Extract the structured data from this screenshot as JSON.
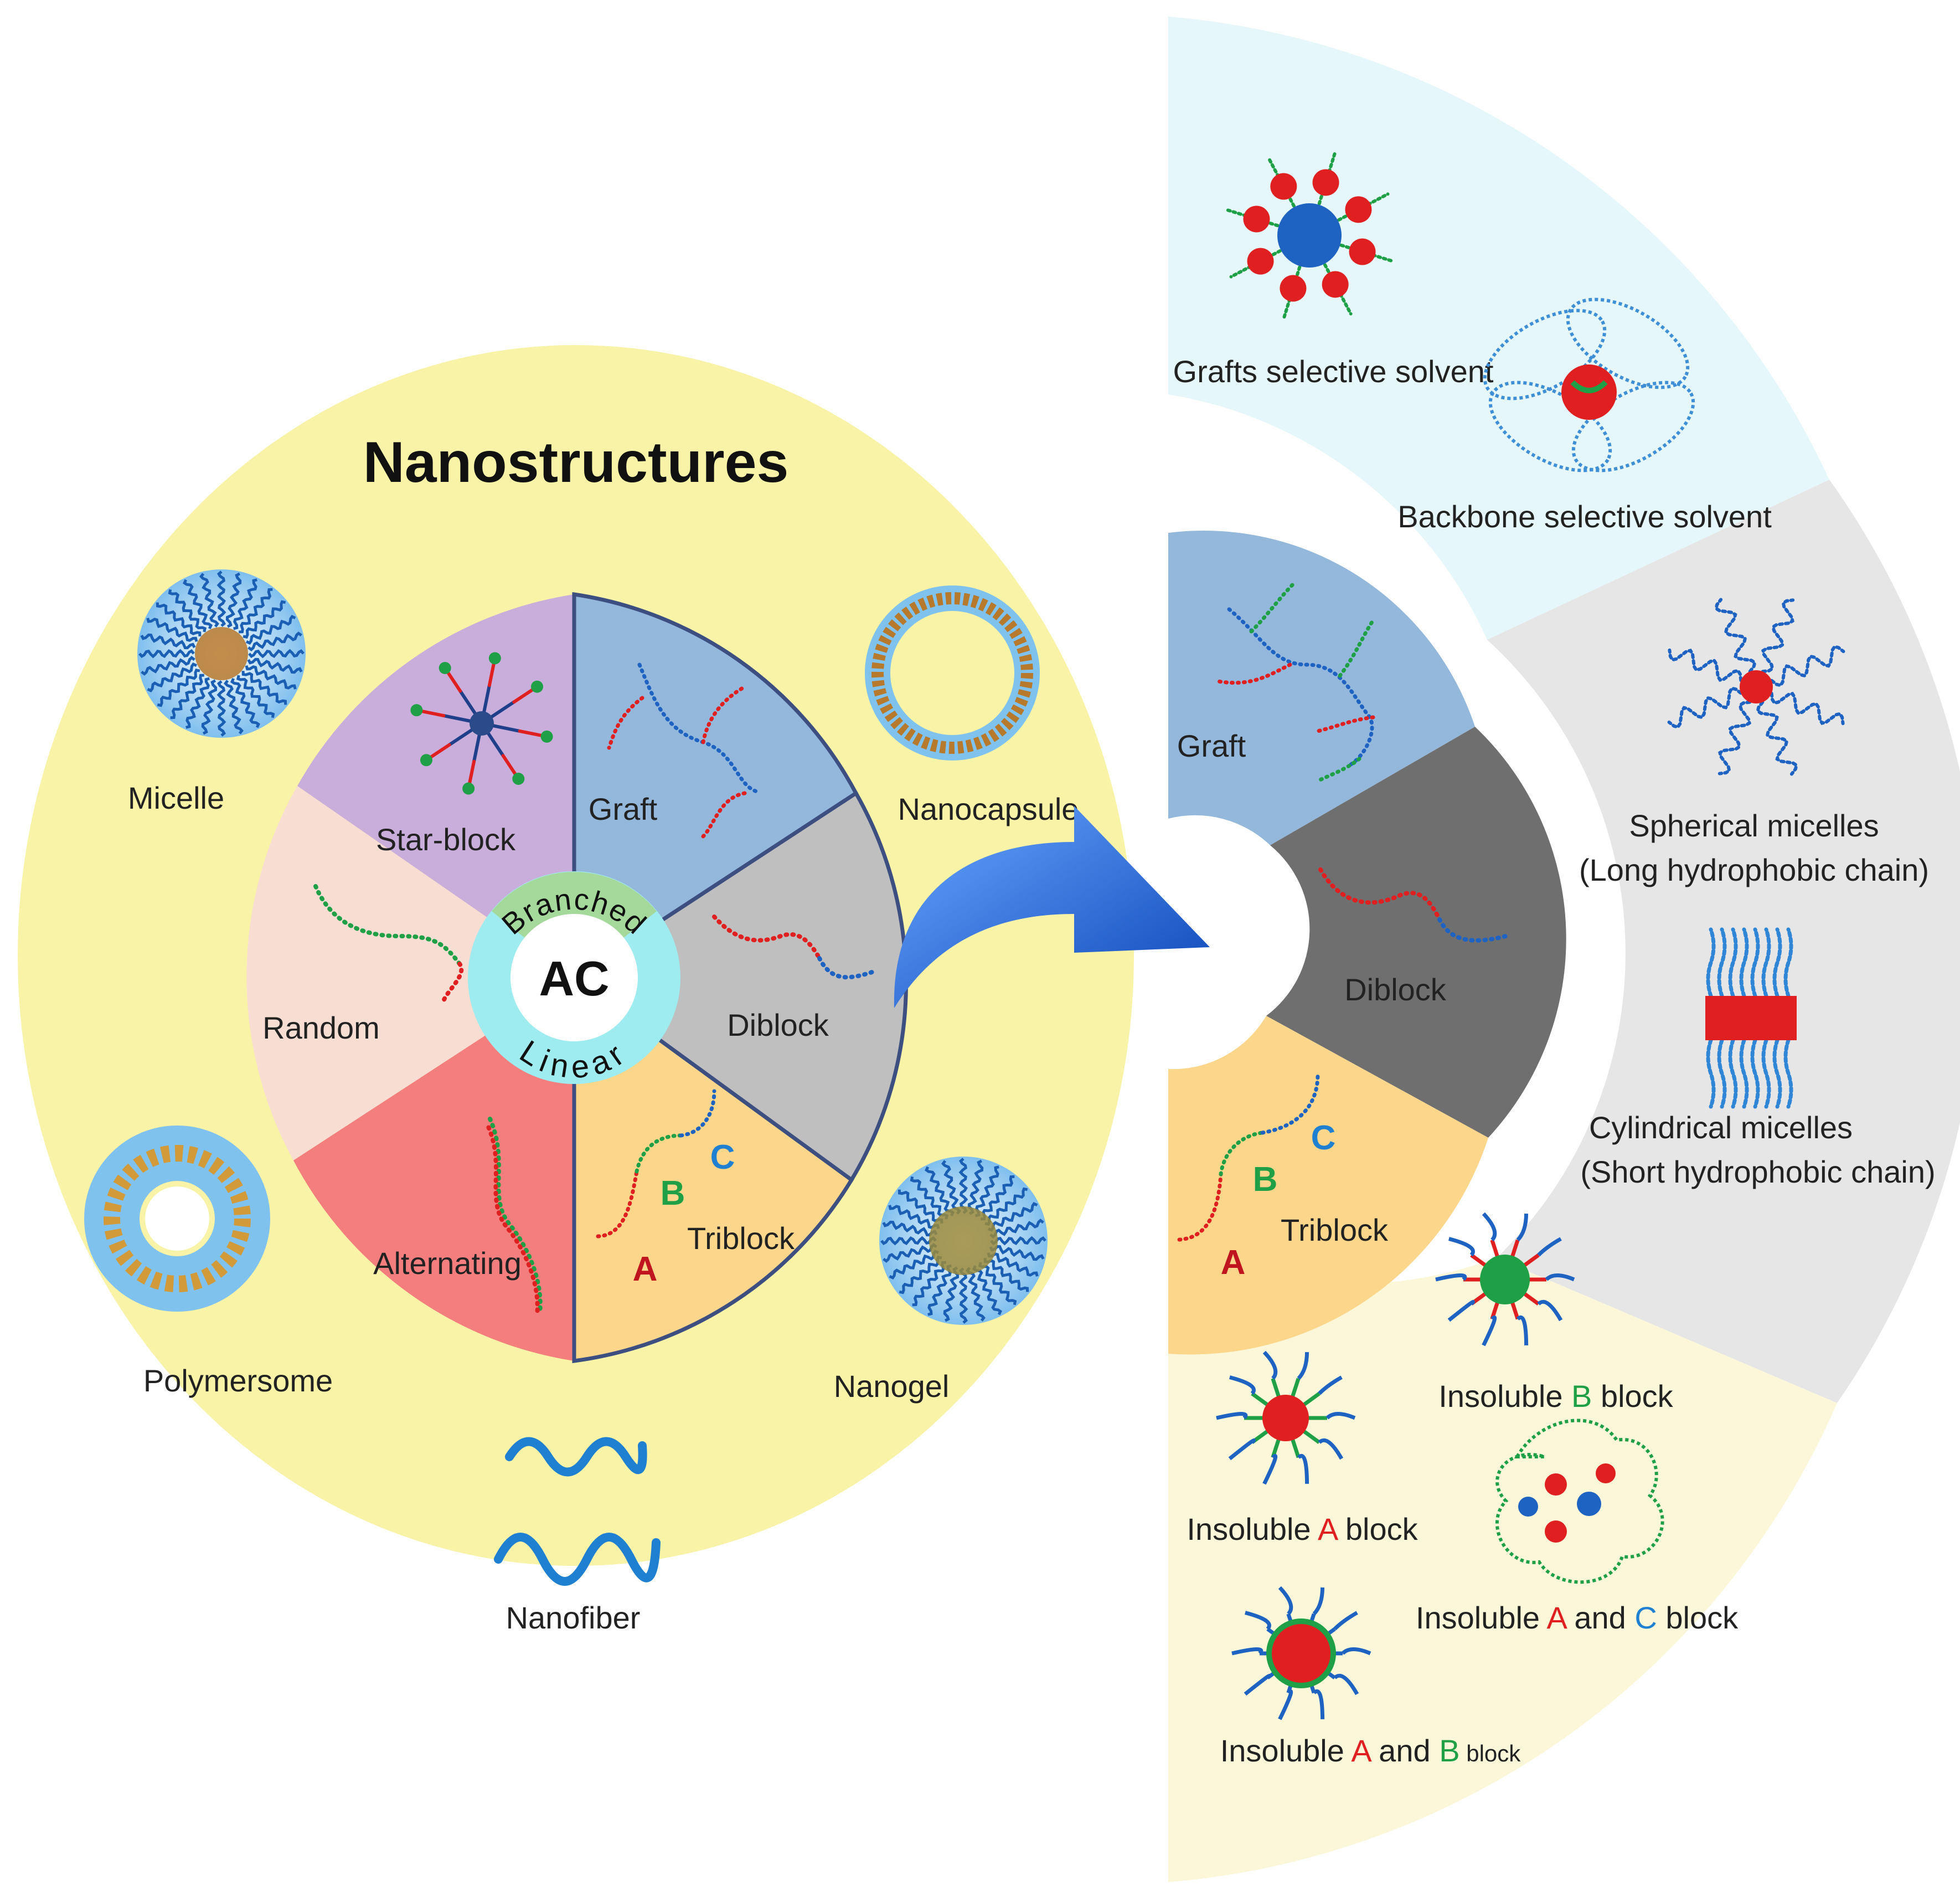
{
  "title": "Nanostructures",
  "center": {
    "abbr": "AC",
    "branched": "Branched",
    "linear": "Linear"
  },
  "segments": {
    "star_block": "Star-block",
    "graft": "Graft",
    "diblock": "Diblock",
    "triblock": "Triblock",
    "alternating": "Alternating",
    "random": "Random"
  },
  "triblock_letters": {
    "a": "A",
    "b": "B",
    "c": "C"
  },
  "nanostructures": {
    "micelle": "Micelle",
    "nanocapsule": "Nanocapsule",
    "polymersome": "Polymersome",
    "nanogel": "Nanogel",
    "nanofiber": "Nanofiber"
  },
  "right_fan": {
    "graft": "Graft",
    "diblock": "Diblock",
    "triblock": "Triblock",
    "triblock_letters": {
      "a": "A",
      "b": "B",
      "c": "C"
    },
    "grafts_selective": "Grafts selective solvent",
    "backbone_selective": "Backbone selective solvent",
    "spherical_1": "Spherical micelles",
    "spherical_2": "(Long hydrophobic chain)",
    "cylindrical_1": "Cylindrical micelles",
    "cylindrical_2": "(Short hydrophobic chain)",
    "insoluble_b": {
      "pre": "Insoluble ",
      "letter": "B",
      "post": " block"
    },
    "insoluble_a": {
      "pre": "Insoluble ",
      "letter": "A",
      "post": " block"
    },
    "insoluble_ac": {
      "pre": "Insoluble ",
      "l1": "A",
      "mid": " and ",
      "l2": "C",
      "post": " block"
    },
    "insoluble_ab": {
      "pre": "Insoluble ",
      "l1": "A",
      "mid": " and ",
      "l2": "B",
      "post": " block"
    }
  },
  "colors": {
    "outer_yellow": "#f8f3a6",
    "purple": "#c9aedb",
    "graft_blue": "#94b8dc",
    "diblock_gray": "#bfbfbf",
    "triblock_orange": "#fcd68a",
    "alternating_red": "#f47e7e",
    "random_pink": "#f7ddd2",
    "center_cyan": "#9fecf0",
    "branched_green": "#a5d99c",
    "arrow_blue": "#1f66d1",
    "text_red": "#e02020",
    "text_green": "#1fa046",
    "text_blue": "#1f7fd1"
  }
}
